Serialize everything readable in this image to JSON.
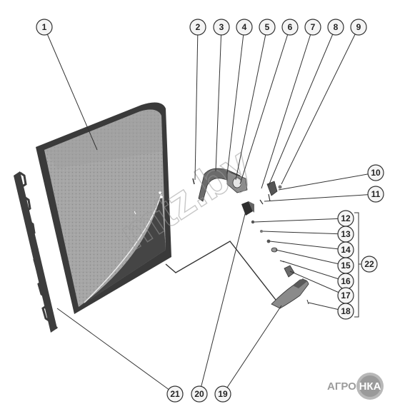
{
  "callouts": [
    {
      "id": "1",
      "label": "1"
    },
    {
      "id": "2",
      "label": "2"
    },
    {
      "id": "3",
      "label": "3"
    },
    {
      "id": "4",
      "label": "4"
    },
    {
      "id": "5",
      "label": "5"
    },
    {
      "id": "6",
      "label": "6"
    },
    {
      "id": "7",
      "label": "7"
    },
    {
      "id": "8",
      "label": "8"
    },
    {
      "id": "9",
      "label": "9"
    },
    {
      "id": "10",
      "label": "10"
    },
    {
      "id": "11",
      "label": "11"
    },
    {
      "id": "12",
      "label": "12"
    },
    {
      "id": "13",
      "label": "13"
    },
    {
      "id": "14",
      "label": "14"
    },
    {
      "id": "15",
      "label": "15"
    },
    {
      "id": "16",
      "label": "16"
    },
    {
      "id": "17",
      "label": "17"
    },
    {
      "id": "18",
      "label": "18"
    },
    {
      "id": "19",
      "label": "19"
    },
    {
      "id": "20",
      "label": "20"
    },
    {
      "id": "21",
      "label": "21"
    },
    {
      "id": "22",
      "label": "22"
    }
  ],
  "watermark": "mtz.by",
  "logo": {
    "left": "АГРО",
    "right": "НКА"
  }
}
